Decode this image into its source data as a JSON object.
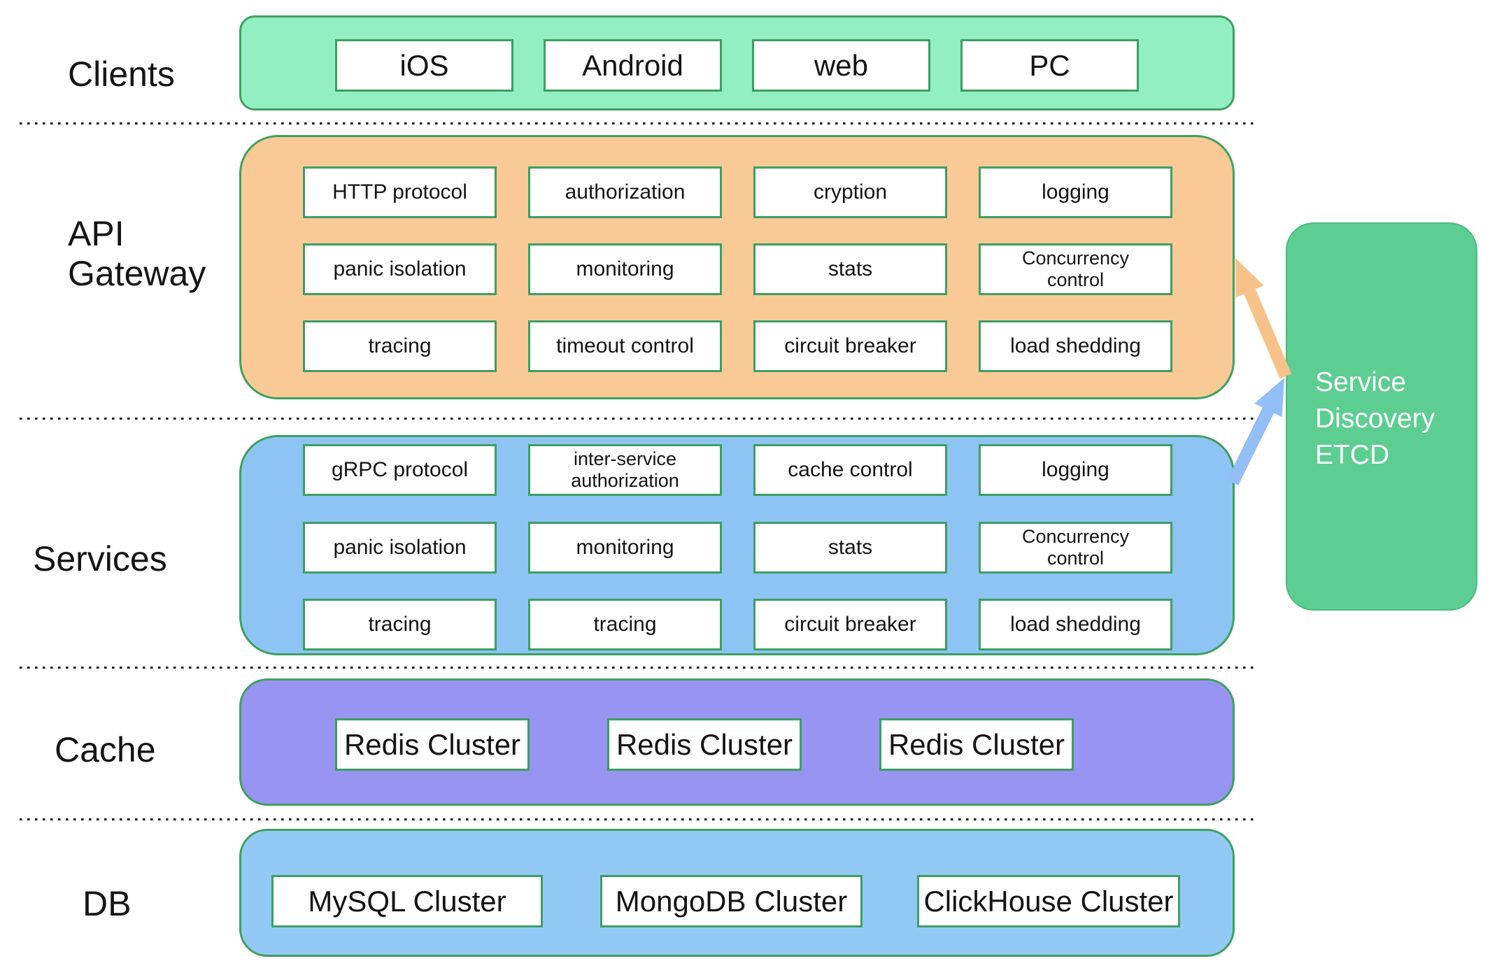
{
  "clients": {
    "label": "Clients",
    "items": [
      "iOS",
      "Android",
      "web",
      "PC"
    ]
  },
  "gateway": {
    "label_lines": [
      "API",
      "Gateway"
    ],
    "grid": [
      [
        "HTTP protocol",
        "authorization",
        "cryption",
        "logging"
      ],
      [
        "panic isolation",
        "monitoring",
        "stats",
        "Concurrency control"
      ],
      [
        "tracing",
        "timeout control",
        "circuit breaker",
        "load shedding"
      ]
    ]
  },
  "services": {
    "label": "Services",
    "grid": [
      [
        "gRPC protocol",
        "inter-service authorization",
        "cache control",
        "logging"
      ],
      [
        "panic isolation",
        "monitoring",
        "stats",
        "Concurrency control"
      ],
      [
        "tracing",
        "tracing",
        "circuit breaker",
        "load shedding"
      ]
    ]
  },
  "cache": {
    "label": "Cache",
    "items": [
      "Redis Cluster",
      "Redis Cluster",
      "Redis Cluster"
    ]
  },
  "db": {
    "label": "DB",
    "items": [
      "MySQL Cluster",
      "MongoDB Cluster",
      "ClickHouse Cluster"
    ]
  },
  "discovery": {
    "lines": [
      "Service",
      "Discovery",
      "ETCD"
    ]
  },
  "colors": {
    "clients_fill": "#92EFC2",
    "gateway_fill": "#F9CA95",
    "services_fill": "#8EC4F4",
    "cache_fill": "#9894F2",
    "db_fill": "#93CAF5",
    "discovery_fill": "#5CCE92",
    "band_border": "#3FA05F",
    "inner_border": "#3E9E63",
    "discovery_border": "#4CBA81",
    "arrow_orange": "#F7C289",
    "arrow_blue": "#93BEF6",
    "dotted_line": "#111111"
  }
}
